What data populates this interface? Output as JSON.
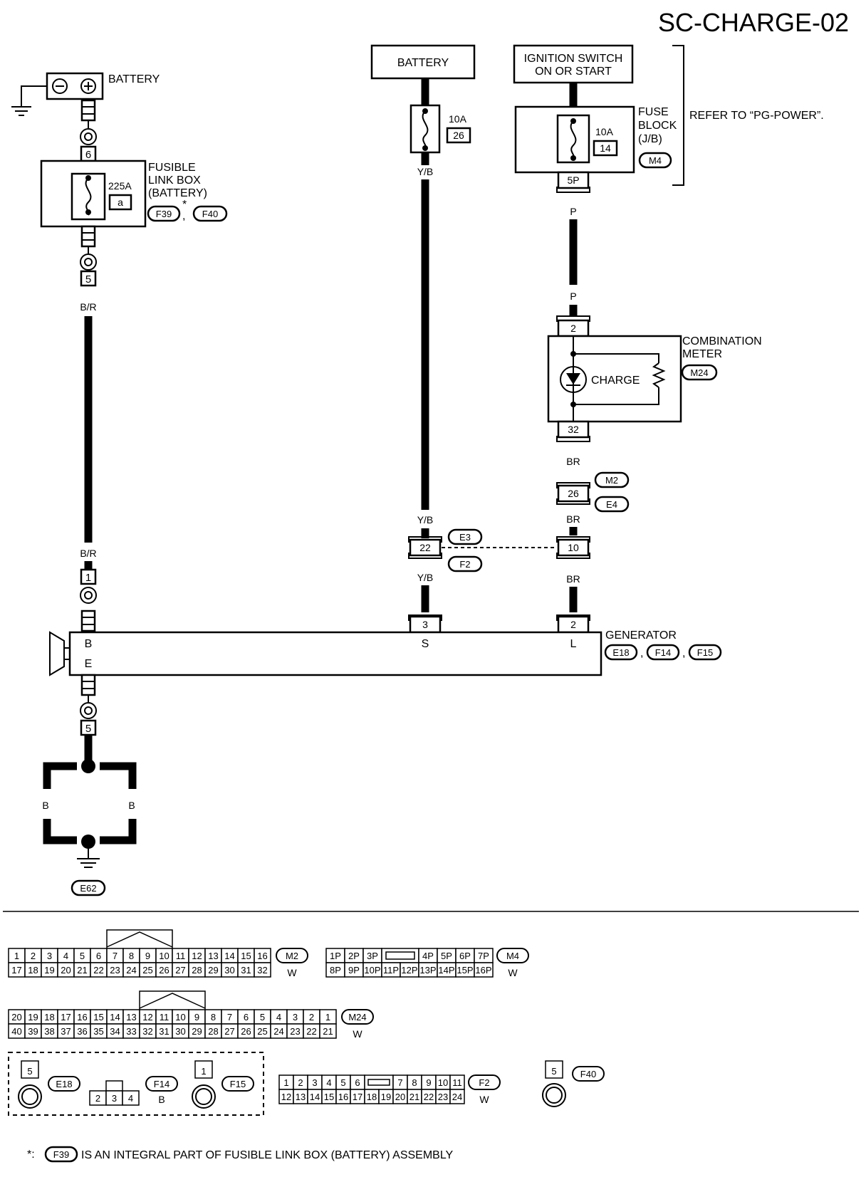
{
  "title": "SC-CHARGE-02",
  "battery_top_label": "BATTERY",
  "battery_mid_label": "BATTERY",
  "ignition_label_1": "IGNITION SWITCH",
  "ignition_label_2": "ON OR START",
  "refer_label": "REFER TO “PG-POWER”.",
  "fusible_link": {
    "line1": "FUSIBLE",
    "line2": "LINK BOX",
    "line3": "(BATTERY)",
    "rating": "225A",
    "fuse_id": "a",
    "pin_top": "6",
    "pin_bottom": "5",
    "conn1": "F39",
    "conn2": "F40",
    "asterisk": "*"
  },
  "fuse26": {
    "rating": "10A",
    "number": "26"
  },
  "fuse_block": {
    "line1": "FUSE",
    "line2": "BLOCK",
    "line3": "(J/B)",
    "rating": "10A",
    "number": "14",
    "conn": "M4",
    "pin": "5P"
  },
  "combination_meter": {
    "line1": "COMBINATION",
    "line2": "METER",
    "conn": "M24",
    "lamp": "CHARGE",
    "pin_top": "2",
    "pin_bottom": "32"
  },
  "wires": {
    "br_left_top": "B/R",
    "br_left_bottom": "B/R",
    "yb_top": "Y/B",
    "yb_mid": "Y/B",
    "yb_bottom": "Y/B",
    "p_top": "P",
    "p_bottom": "P",
    "brn1": "BR",
    "brn2": "BR",
    "brn3": "BR",
    "b_left": "B",
    "b_right": "B"
  },
  "connectors": {
    "m2": "M2",
    "e4": "E4",
    "m2e4_pin": "26",
    "e3": "E3",
    "f2": "F2",
    "e3f2_pin_s": "22",
    "e3f2_pin_l": "10"
  },
  "generator": {
    "label": "GENERATOR",
    "conn1": "E18",
    "conn2": "F14",
    "conn3": "F15",
    "pin_b": "B",
    "pin_e": "E",
    "pin_s": "S",
    "pin_l": "L",
    "pin_s_num": "3",
    "pin_l_num": "2",
    "b_term": "1",
    "e_term": "5"
  },
  "ground_conn": "E62",
  "comma": ",",
  "connector_views": {
    "m2": {
      "id": "M2",
      "color": "W",
      "row1": [
        "1",
        "2",
        "3",
        "4",
        "5",
        "6",
        "7",
        "8",
        "9",
        "10",
        "11",
        "12",
        "13",
        "14",
        "15",
        "16"
      ],
      "row2": [
        "17",
        "18",
        "19",
        "20",
        "21",
        "22",
        "23",
        "24",
        "25",
        "26",
        "27",
        "28",
        "29",
        "30",
        "31",
        "32"
      ]
    },
    "m4": {
      "id": "M4",
      "color": "W",
      "row1a": [
        "1P",
        "2P",
        "3P"
      ],
      "row1b": [
        "4P",
        "5P",
        "6P",
        "7P"
      ],
      "row2": [
        "8P",
        "9P",
        "10P",
        "11P",
        "12P",
        "13P",
        "14P",
        "15P",
        "16P"
      ]
    },
    "m24": {
      "id": "M24",
      "color": "W",
      "row1": [
        "20",
        "19",
        "18",
        "17",
        "16",
        "15",
        "14",
        "13",
        "12",
        "11",
        "10",
        "9",
        "8",
        "7",
        "6",
        "5",
        "4",
        "3",
        "2",
        "1"
      ],
      "row2": [
        "40",
        "39",
        "38",
        "37",
        "36",
        "35",
        "34",
        "33",
        "32",
        "31",
        "30",
        "29",
        "28",
        "27",
        "26",
        "25",
        "24",
        "23",
        "22",
        "21"
      ]
    },
    "e18": {
      "id": "E18",
      "pin": "5"
    },
    "f14": {
      "id": "F14",
      "color": "B",
      "pins": [
        "2",
        "3",
        "4"
      ]
    },
    "f15": {
      "id": "F15",
      "pin": "1"
    },
    "f2": {
      "id": "F2",
      "color": "W",
      "row1a": [
        "1",
        "2",
        "3",
        "4",
        "5",
        "6"
      ],
      "row1b": [
        "7",
        "8",
        "9",
        "10",
        "11"
      ],
      "row2": [
        "12",
        "13",
        "14",
        "15",
        "16",
        "17",
        "18",
        "19",
        "20",
        "21",
        "22",
        "23",
        "24"
      ]
    },
    "f40": {
      "id": "F40",
      "pin": "5"
    }
  },
  "footnote": {
    "star": "*:",
    "conn": "F39",
    "text": "IS AN INTEGRAL PART OF FUSIBLE LINK BOX (BATTERY) ASSEMBLY"
  }
}
